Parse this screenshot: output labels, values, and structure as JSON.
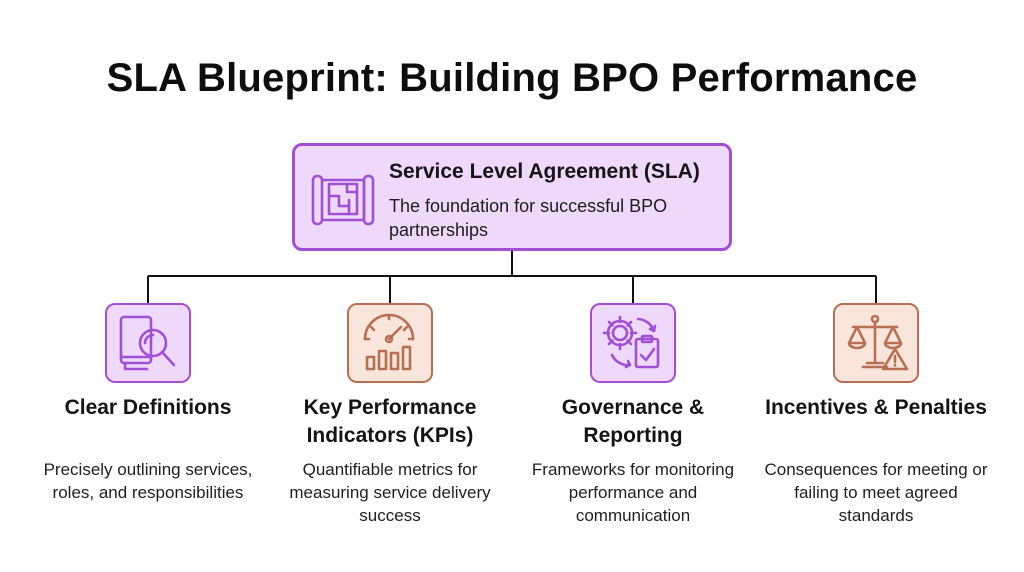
{
  "title": "SLA Blueprint: Building BPO Performance",
  "root": {
    "title": "Service Level Agreement (SLA)",
    "subtitle": "The foundation for successful BPO partnerships",
    "icon": "blueprint-icon"
  },
  "children": [
    {
      "title": "Clear Definitions",
      "description": "Precisely outlining services, roles, and responsibilities",
      "icon": "document-magnifier-icon",
      "color": "#a24fd6"
    },
    {
      "title": "Key Performance Indicators (KPIs)",
      "description": "Quantifiable metrics for measuring service delivery success",
      "icon": "gauge-bar-chart-icon",
      "color": "#b96f53"
    },
    {
      "title": "Governance & Reporting",
      "description": "Frameworks for monitoring performance and communication",
      "icon": "gear-clipboard-icon",
      "color": "#a24fd6"
    },
    {
      "title": "Incentives & Penalties",
      "description": "Consequences for meeting or failing to meet agreed standards",
      "icon": "scales-warning-icon",
      "color": "#b96f53"
    }
  ],
  "colors": {
    "purple_fill": "#eed9fa",
    "purple_stroke": "#a24fd6",
    "brown_fill": "#f8e5dc",
    "brown_stroke": "#b96f53",
    "connector": "#111111"
  }
}
